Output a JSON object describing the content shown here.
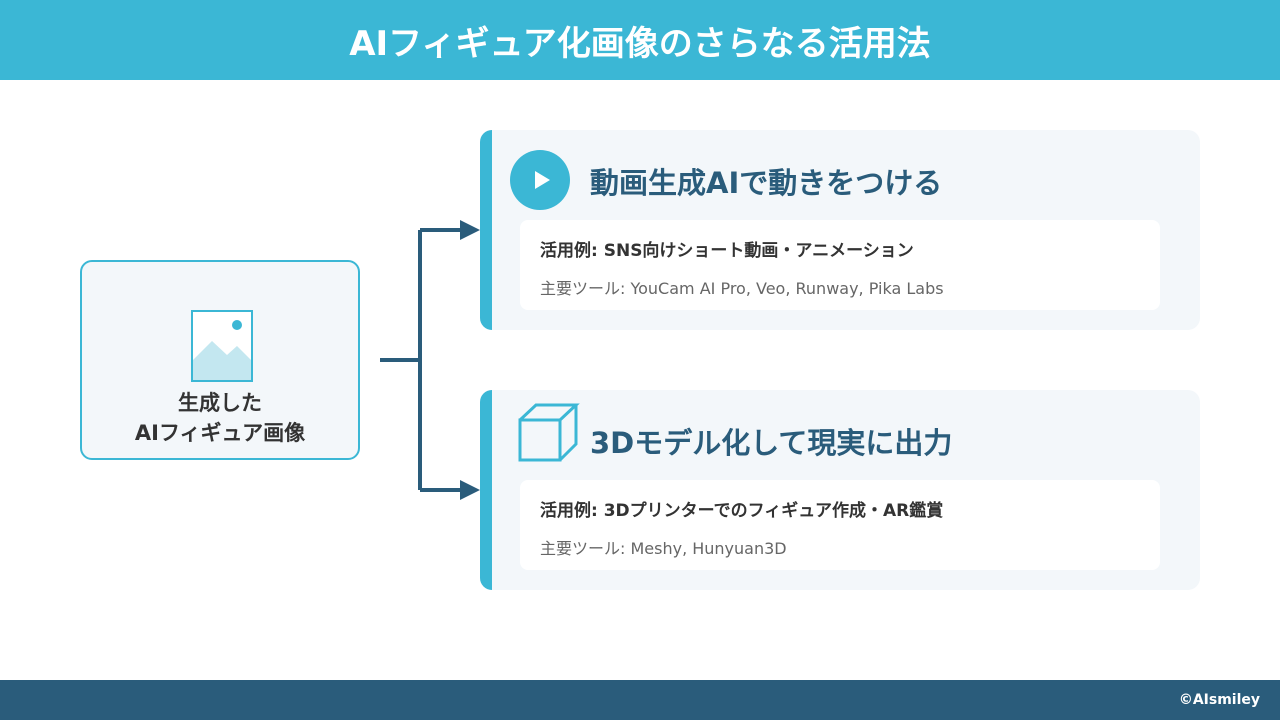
{
  "header": {
    "title": "AIフィギュア化画像のさらなる活用法"
  },
  "source": {
    "label_line1": "生成した",
    "label_line2": "AIフィギュア画像",
    "icon": "image-icon"
  },
  "cards": [
    {
      "icon": "play-icon",
      "title": "動画生成AIで動きをつける",
      "use": "活用例: SNS向けショート動画・アニメーション",
      "tools": "主要ツール: YouCam AI Pro, Veo, Runway, Pika Labs"
    },
    {
      "icon": "cube-icon",
      "title": "3Dモデル化して現実に出力",
      "use": "活用例: 3Dプリンターでのフィギュア作成・AR鑑賞",
      "tools": "主要ツール: Meshy, Hunyuan3D"
    }
  ],
  "footer": {
    "copyright": "©AIsmiley"
  },
  "colors": {
    "accent": "#3bb7d5",
    "dark": "#2a5c7b",
    "card_bg": "#f3f7fa"
  }
}
